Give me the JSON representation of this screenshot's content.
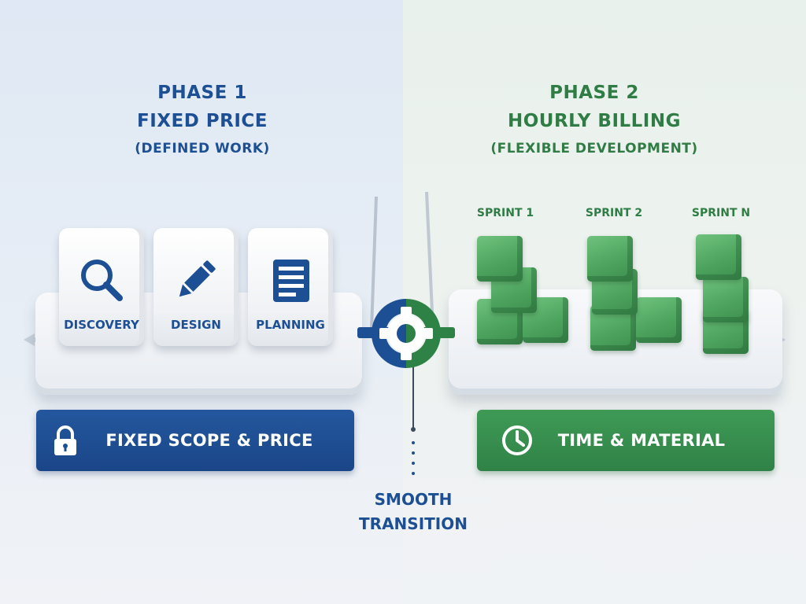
{
  "phase1": {
    "line1": "PHASE 1",
    "line2": "FIXED PRICE",
    "line3": "(DEFINED WORK)",
    "color": "#1d4f94"
  },
  "phase2": {
    "line1": "PHASE 2",
    "line2": "HOURLY BILLING",
    "line3": "(FLEXIBLE DEVELOPMENT)",
    "color": "#2f7d44"
  },
  "tiles": [
    {
      "label": "DISCOVERY",
      "icon": "magnifier-icon"
    },
    {
      "label": "DESIGN",
      "icon": "pencil-icon"
    },
    {
      "label": "PLANNING",
      "icon": "document-icon"
    }
  ],
  "sprints": [
    {
      "label": "SPRINT 1"
    },
    {
      "label": "SPRINT 2"
    },
    {
      "label": "SPRINT N"
    }
  ],
  "bars": {
    "fixed": {
      "label": "FIXED SCOPE & PRICE",
      "icon": "padlock-icon",
      "color": "#1d4f94"
    },
    "time": {
      "label": "TIME & MATERIAL",
      "icon": "clock-icon",
      "color": "#2f7d44"
    }
  },
  "transition": {
    "line1": "SMOOTH",
    "line2": "TRANSITION",
    "icon": "gear-icon"
  }
}
